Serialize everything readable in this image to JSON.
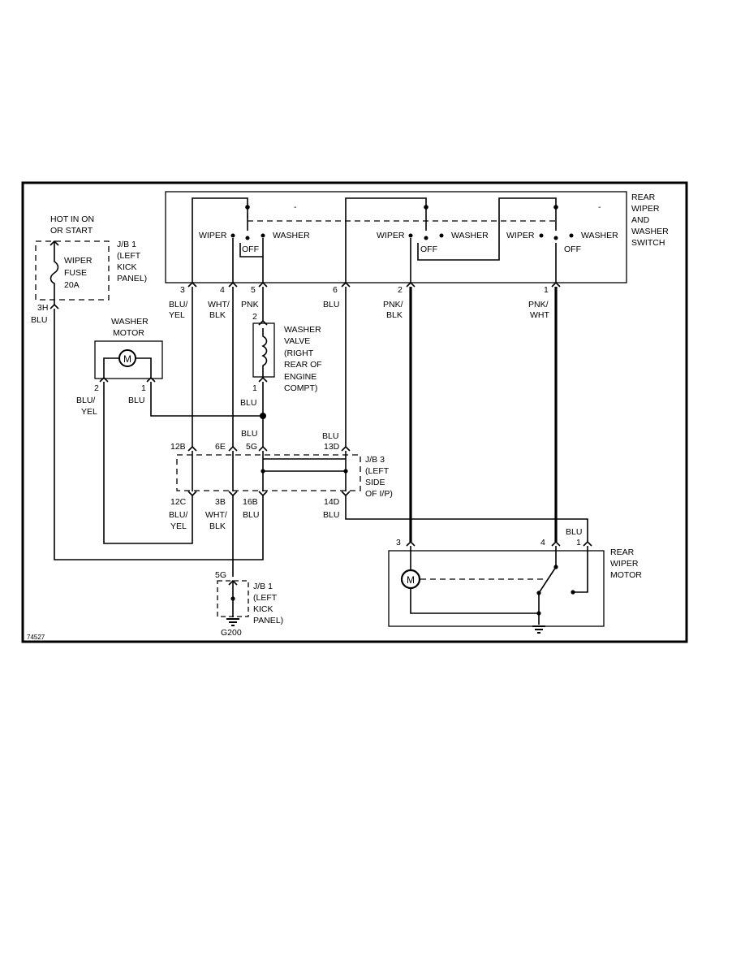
{
  "figure_id": "74527",
  "rear_switch": {
    "title": [
      "REAR",
      "WIPER",
      "AND",
      "WASHER",
      "SWITCH"
    ],
    "labels": {
      "wiper_1": "WIPER",
      "washer_1": "WASHER",
      "off_1": "OFF",
      "wiper_2": "WIPER",
      "washer_2": "WASHER",
      "off_2": "OFF",
      "wiper_3": "WIPER",
      "washer_3": "WASHER",
      "off_3": "OFF",
      "dash_1": "-",
      "dash_2": "-"
    },
    "pins": {
      "p3": "3",
      "p4": "4",
      "p5": "5",
      "p6": "6",
      "p2": "2",
      "p1": "1"
    }
  },
  "fuse_block": {
    "hot": [
      "HOT IN ON",
      "OR START"
    ],
    "fuse": [
      "WIPER",
      "FUSE",
      "20A"
    ],
    "jb1": [
      "J/B 1",
      "(LEFT",
      "KICK",
      "PANEL)"
    ],
    "pin": "3H",
    "wire": "BLU"
  },
  "washer_motor": {
    "title": [
      "WASHER",
      "MOTOR"
    ],
    "symbol": "M",
    "pin2": "2",
    "pin1": "1",
    "wire2": [
      "BLU/",
      "YEL"
    ],
    "wire1": "BLU"
  },
  "washer_valve": {
    "title": [
      "WASHER",
      "VALVE",
      "(RIGHT",
      "REAR OF",
      "ENGINE",
      "COMPT)"
    ],
    "pin2": "2",
    "pin1": "1"
  },
  "wires_top": {
    "w3": [
      "BLU/",
      "YEL"
    ],
    "w4": [
      "WHT/",
      "BLK"
    ],
    "w5": "PNK",
    "w6": "BLU",
    "w2": [
      "PNK/",
      "BLK"
    ],
    "w1": [
      "PNK/",
      "WHT"
    ]
  },
  "jb3": {
    "title": [
      "J/B 3",
      "(LEFT",
      "SIDE",
      "OF I/P)"
    ],
    "top_pins": [
      "12B",
      "6E",
      "5G",
      "13D"
    ],
    "bottom_pins": [
      "12C",
      "3B",
      "16B",
      "14D"
    ],
    "blu_above_5g": "BLU",
    "blu_above_13d": "BLU",
    "bottom_wires": {
      "w12c": [
        "BLU/",
        "YEL"
      ],
      "w3b": [
        "WHT/",
        "BLK"
      ],
      "w16b": "BLU",
      "w14d": "BLU"
    }
  },
  "ground_block": {
    "pin": "5G",
    "jb1": [
      "J/B 1",
      "(LEFT",
      "KICK",
      "PANEL)"
    ],
    "ground": "G200"
  },
  "rear_motor": {
    "title": [
      "REAR",
      "WIPER",
      "MOTOR"
    ],
    "symbol": "M",
    "pins": [
      "3",
      "4",
      "1"
    ],
    "wire_blu": "BLU"
  }
}
